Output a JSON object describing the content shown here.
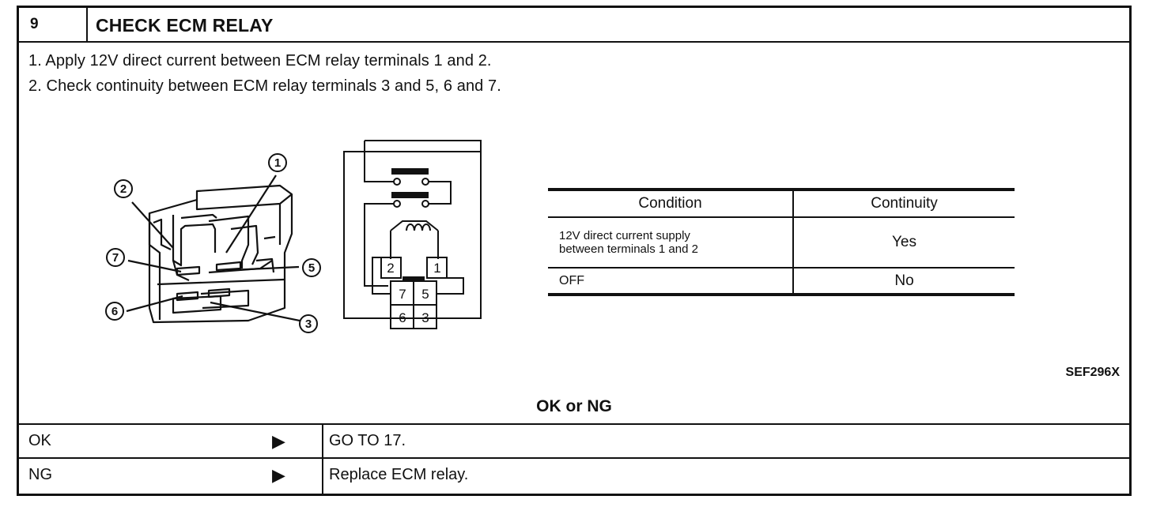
{
  "header": {
    "step_number": "9",
    "title": "CHECK ECM RELAY"
  },
  "instructions": [
    "1. Apply 12V direct current between ECM relay terminals 1 and 2.",
    "2. Check continuity between ECM relay terminals 3 and 5, 6 and 7."
  ],
  "relay_callouts": [
    "①",
    "②",
    "⑤",
    "⑦",
    "⑥",
    "③"
  ],
  "schematic_terminals": [
    "2",
    "1",
    "7",
    "5",
    "6",
    "3"
  ],
  "table": {
    "headers": [
      "Condition",
      "Continuity"
    ],
    "rows": [
      {
        "condition_line1": "12V direct current supply",
        "condition_line2": "between terminals 1 and 2",
        "continuity": "Yes"
      },
      {
        "condition_line1": "OFF",
        "condition_line2": "",
        "continuity": "No"
      }
    ]
  },
  "figure_code": "SEF296X",
  "result_heading": "OK or NG",
  "results": [
    {
      "label": "OK",
      "arrow": "▶",
      "action": "GO TO 17."
    },
    {
      "label": "NG",
      "arrow": "▶",
      "action": "Replace ECM relay."
    }
  ]
}
